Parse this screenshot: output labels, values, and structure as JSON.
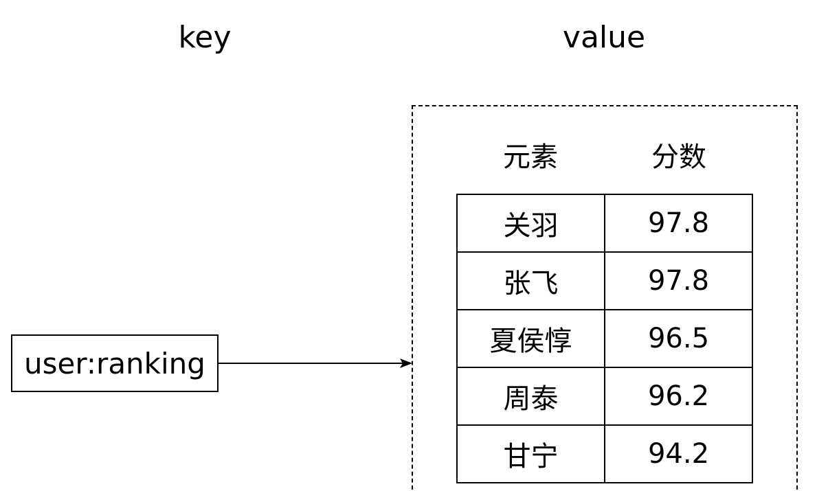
{
  "headings": {
    "key": "key",
    "value": "value"
  },
  "key_box": {
    "label": "user:ranking"
  },
  "table": {
    "columns": [
      "元素",
      "分数"
    ],
    "rows": [
      [
        "关羽",
        "97.8"
      ],
      [
        "张飞",
        "97.8"
      ],
      [
        "夏侯惇",
        "96.5"
      ],
      [
        "周泰",
        "96.2"
      ],
      [
        "甘宁",
        "94.2"
      ]
    ]
  }
}
